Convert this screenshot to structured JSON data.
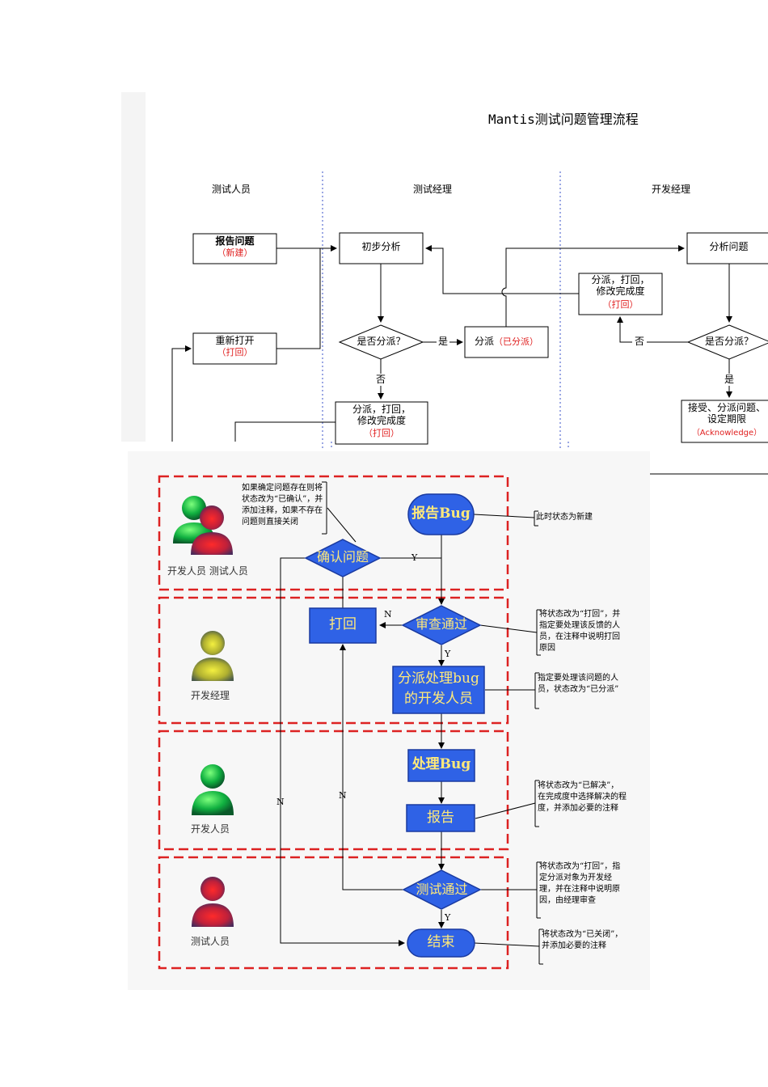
{
  "top": {
    "title": "Mantis测试问题管理流程",
    "lanes": [
      "测试人员",
      "测试经理",
      "开发经理"
    ],
    "report_issue": {
      "title": "报告问题",
      "state": "（新建）"
    },
    "reopen": {
      "title": "重新打开",
      "state": "（打回）"
    },
    "initial_analysis": "初步分析",
    "assign_decision_1": "是否分派？",
    "yes_1": "是",
    "no_1": "否",
    "assign_box": {
      "title": "分派",
      "state": "（已分派）"
    },
    "assign_reject_1": {
      "title": "分派，打回，\n修改完成度",
      "state": "（打回）"
    },
    "analyze_issue": "分析问题",
    "assign_reject_2": {
      "title": "分派，打回，\n修改完成度",
      "state": "（打回）"
    },
    "assign_decision_2": "是否分派？",
    "no_2": "否",
    "yes_2": "是",
    "accept_box": {
      "title": "接受、分派问题、\n设定期限",
      "state": "（Acknowledge）"
    }
  },
  "bottom": {
    "roles": {
      "dev_and_tester": "开发人员 测试人员",
      "dev_manager": "开发经理",
      "developer": "开发人员",
      "tester": "测试人员"
    },
    "nodes": {
      "report_bug": "报告Bug",
      "confirm_issue": "确认问题",
      "reject": "打回",
      "review_pass": "审查通过",
      "assign_dev_line1": "分派处理bug",
      "assign_dev_line2": "的开发人员",
      "handle_bug": "处理Bug",
      "report": "报告",
      "test_pass": "测试通过",
      "end": "结束"
    },
    "labels": {
      "y": "Y",
      "n": "N"
    },
    "notes": {
      "confirm": "如果确定问题存在则将状态改为“已确认”，并添加注释，如果不存在问题则直接关闭",
      "new_state": "此时状态为新建",
      "review": "将状态改为“打回”，并指定要处理该反馈的人员，在注释中说明打回原因",
      "assign": "指定要处理该问题的人员，状态改为“已分派”",
      "resolved": "将状态改为“已解决”，在完成度中选择解决的程度，并添加必要的注释",
      "test": "将状态改为“打回”，指定分派对象为开发经理，并在注释中说明原因，由经理审查",
      "closed": "将状态改为“已关闭”，并添加必要的注释"
    },
    "colors": {
      "node_fill": "#2f62e6",
      "node_text": "#ffe97a",
      "dash_red": "#dd2222"
    }
  }
}
